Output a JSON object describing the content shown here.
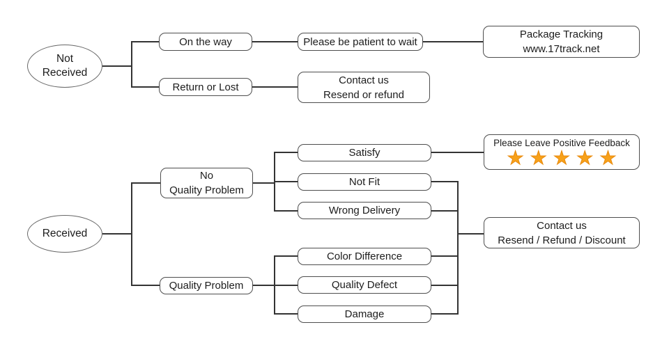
{
  "diagram": {
    "nodes": {
      "not_received": {
        "label": "Not Received"
      },
      "on_the_way": {
        "label": "On the way"
      },
      "please_wait": {
        "label": "Please be patient to wait"
      },
      "package_tracking": {
        "line1": "Package Tracking",
        "line2": "www.17track.net"
      },
      "return_or_lost": {
        "label": "Return or Lost"
      },
      "contact_resend_refund": {
        "line1": "Contact us",
        "line2": "Resend or refund"
      },
      "received": {
        "label": "Received"
      },
      "no_quality_problem": {
        "line1": "No",
        "line2": "Quality Problem"
      },
      "quality_problem": {
        "label": "Quality Problem"
      },
      "satisfy": {
        "label": "Satisfy"
      },
      "not_fit": {
        "label": "Not Fit"
      },
      "wrong_delivery": {
        "label": "Wrong Delivery"
      },
      "color_difference": {
        "label": "Color Difference"
      },
      "quality_defect": {
        "label": "Quality Defect"
      },
      "damage": {
        "label": "Damage"
      },
      "positive_feedback": {
        "label": "Please Leave Positive Feedback",
        "stars": 5
      },
      "contact_resend_refund_discount": {
        "line1": "Contact us",
        "line2": "Resend / Refund / Discount"
      }
    },
    "colors": {
      "star": "#F7A11A",
      "star_edge": "#E8890B",
      "line": "#333333",
      "border": "#4d4d4d",
      "background": "#ffffff"
    }
  }
}
